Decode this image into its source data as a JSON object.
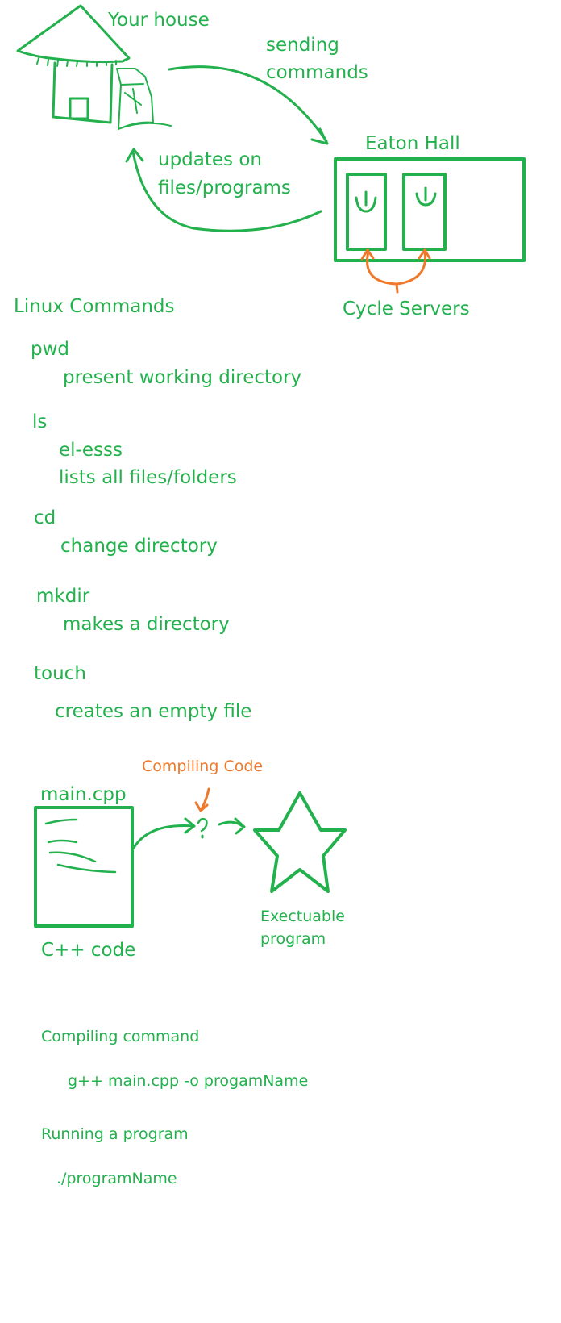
{
  "colors": {
    "ink": "#22b14c",
    "accent": "#f0782a",
    "background": "#ffffff"
  },
  "network": {
    "house_label": "Your house",
    "sending_line1": "sending",
    "sending_line2": "commands",
    "updates_line1": "updates on",
    "updates_line2": "files/programs",
    "hall_label": "Eaton Hall",
    "servers_label": "Cycle Servers"
  },
  "commands": {
    "heading": "Linux Commands",
    "items": [
      {
        "name": "pwd",
        "lines": [
          "present working directory"
        ]
      },
      {
        "name": "ls",
        "lines": [
          "el-esss",
          "lists all files/folders"
        ]
      },
      {
        "name": "cd",
        "lines": [
          "change directory"
        ]
      },
      {
        "name": "mkdir",
        "lines": [
          "makes a directory"
        ]
      },
      {
        "name": "touch",
        "lines": [
          "creates an empty file"
        ]
      }
    ]
  },
  "compile": {
    "file_label": "main.cpp",
    "code_label": "C++ code",
    "process_label": "Compiling Code",
    "output_line1": "Exectuable",
    "output_line2": "program",
    "compiling_heading": "Compiling command",
    "compiling_command": "g++ main.cpp -o progamName",
    "running_heading": "Running a program",
    "running_command": "./programName"
  }
}
